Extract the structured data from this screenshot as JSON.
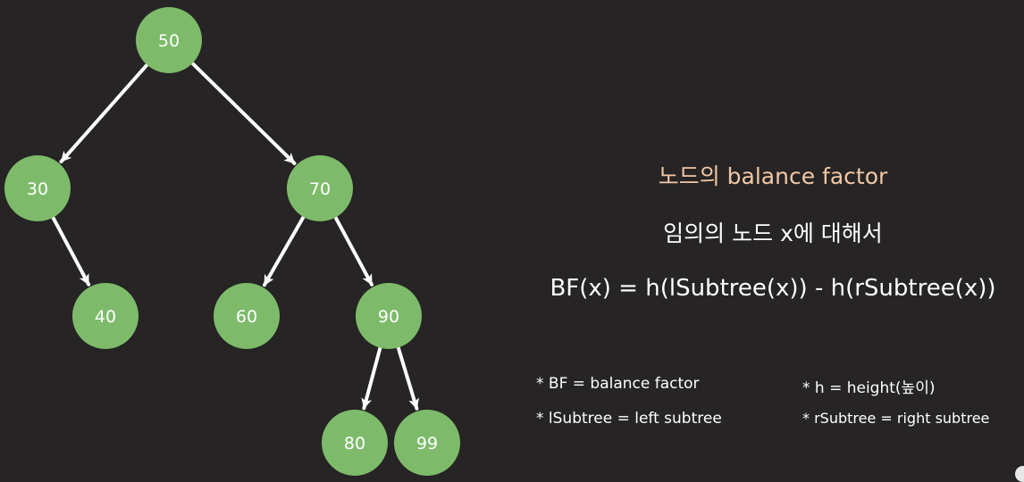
{
  "tree": {
    "nodes": [
      {
        "id": "n50",
        "label": "50"
      },
      {
        "id": "n30",
        "label": "30"
      },
      {
        "id": "n70",
        "label": "70"
      },
      {
        "id": "n40",
        "label": "40"
      },
      {
        "id": "n60",
        "label": "60"
      },
      {
        "id": "n90",
        "label": "90"
      },
      {
        "id": "n80",
        "label": "80"
      },
      {
        "id": "n99",
        "label": "99"
      }
    ],
    "edges": [
      {
        "from": "n50",
        "to": "n30"
      },
      {
        "from": "n50",
        "to": "n70"
      },
      {
        "from": "n30",
        "to": "n40"
      },
      {
        "from": "n70",
        "to": "n60"
      },
      {
        "from": "n70",
        "to": "n90"
      },
      {
        "from": "n90",
        "to": "n80"
      },
      {
        "from": "n90",
        "to": "n99"
      }
    ],
    "node_color": "#7dbb6a",
    "edge_color": "#ffffff"
  },
  "text": {
    "title": "노드의 balance factor",
    "subtitle": "임의의 노드 x에 대해서",
    "formula": "BF(x) = h(lSubtree(x)) - h(rSubtree(x))",
    "title_color": "#f2c8a6"
  },
  "notes": {
    "bf": "* BF = balance factor",
    "h": "* h = height(높이)",
    "lsub": "* lSubtree = left subtree",
    "rsub": "* rSubtree = right subtree"
  }
}
